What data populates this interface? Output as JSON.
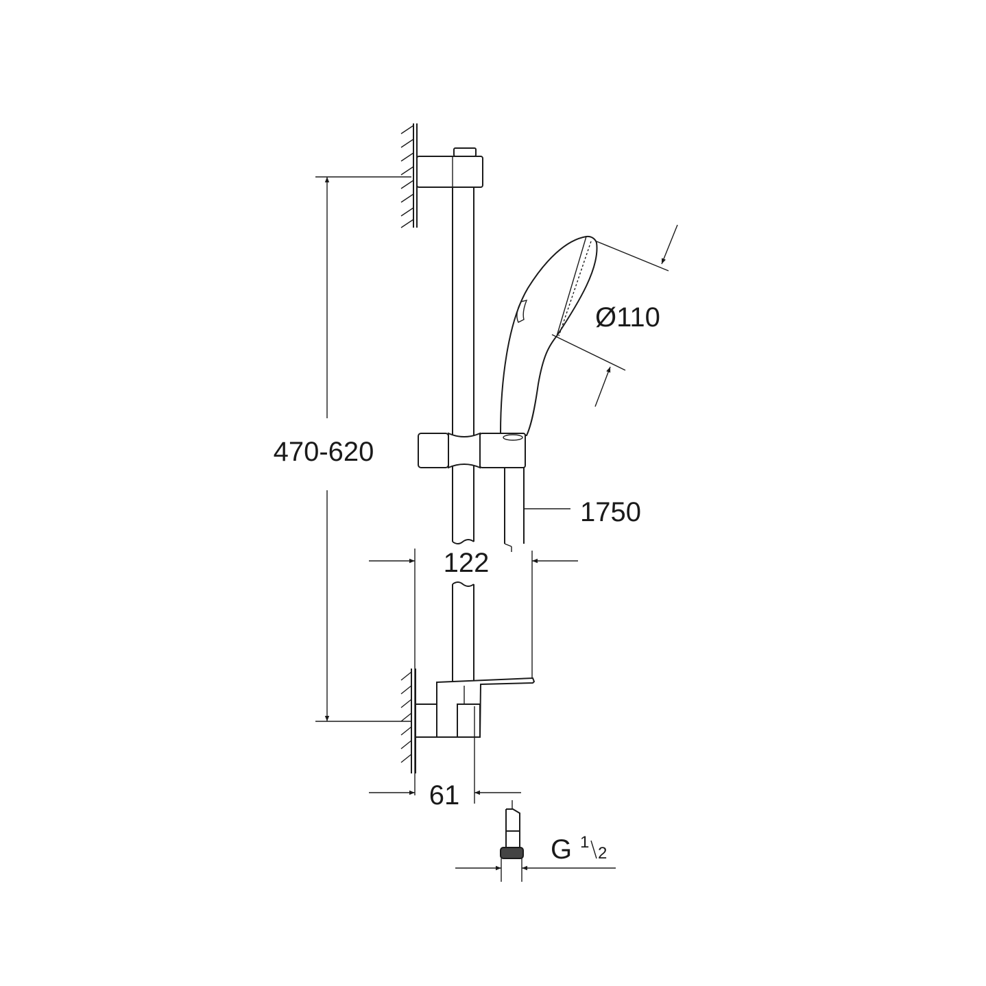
{
  "drawing": {
    "dimensions": {
      "rail_height": "470-620",
      "hand_shower_diameter": "Ø110",
      "hose_length": "1750",
      "projection_total": "122",
      "bracket_projection": "61",
      "connection_thread_prefix": "G",
      "connection_thread_num": "1",
      "connection_thread_den": "2"
    },
    "colors": {
      "line": "#1a1a1a",
      "background": "#ffffff"
    }
  }
}
